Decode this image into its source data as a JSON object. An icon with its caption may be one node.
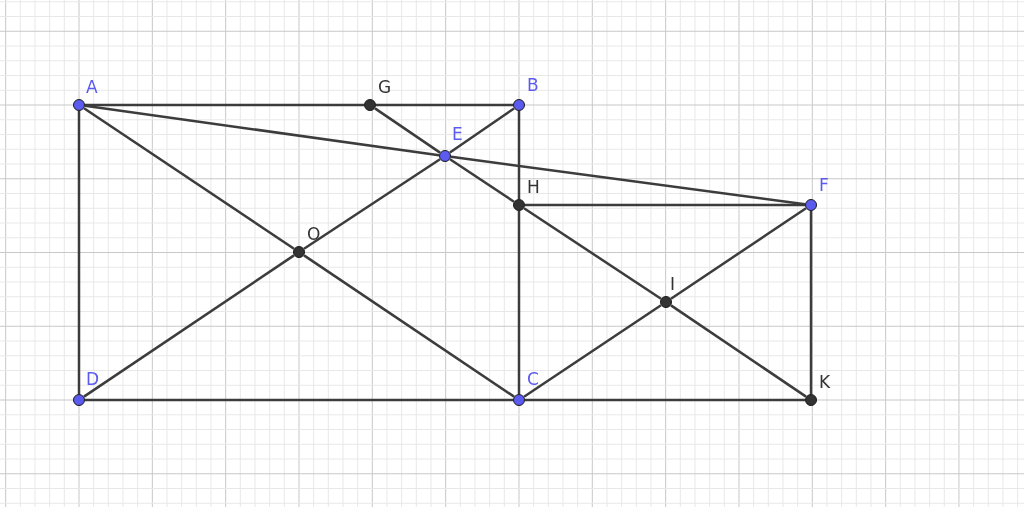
{
  "diagram": {
    "nodes": [
      {
        "text": [
          "A"
        ]
      },
      {
        "text": [
          "G"
        ]
      },
      {
        "text": [
          "B"
        ]
      },
      {
        "text": [
          "E"
        ]
      },
      {
        "text": [
          "H"
        ]
      },
      {
        "text": [
          "F"
        ]
      },
      {
        "text": [
          "O"
        ]
      },
      {
        "text": [
          "I"
        ]
      },
      {
        "text": [
          "D"
        ]
      },
      {
        "text": [
          "C"
        ]
      },
      {
        "text": [
          "K"
        ]
      }
    ],
    "edges": [
      {
        "from": 0,
        "to": 1,
        "arrow": "none"
      },
      {
        "from": 1,
        "to": 2,
        "arrow": "none"
      },
      {
        "from": 0,
        "to": 8,
        "arrow": "none"
      },
      {
        "from": 8,
        "to": 9,
        "arrow": "none"
      },
      {
        "from": 9,
        "to": 10,
        "arrow": "none"
      },
      {
        "from": 2,
        "to": 4,
        "arrow": "none"
      },
      {
        "from": 4,
        "to": 9,
        "arrow": "none"
      },
      {
        "from": 4,
        "to": 5,
        "arrow": "none"
      },
      {
        "from": 5,
        "to": 10,
        "arrow": "none"
      },
      {
        "from": 0,
        "to": 6,
        "arrow": "none"
      },
      {
        "from": 6,
        "to": 9,
        "arrow": "none"
      },
      {
        "from": 8,
        "to": 6,
        "arrow": "none"
      },
      {
        "from": 6,
        "to": 3,
        "arrow": "none"
      },
      {
        "from": 3,
        "to": 2,
        "arrow": "none"
      },
      {
        "from": 0,
        "to": 3,
        "arrow": "none"
      },
      {
        "from": 3,
        "to": 5,
        "arrow": "none"
      },
      {
        "from": 1,
        "to": 3,
        "arrow": "none"
      },
      {
        "from": 3,
        "to": 4,
        "arrow": "none"
      },
      {
        "from": 4,
        "to": 7,
        "arrow": "none"
      },
      {
        "from": 7,
        "to": 10,
        "arrow": "none"
      },
      {
        "from": 9,
        "to": 7,
        "arrow": "none"
      },
      {
        "from": 7,
        "to": 5,
        "arrow": "none"
      }
    ]
  }
}
